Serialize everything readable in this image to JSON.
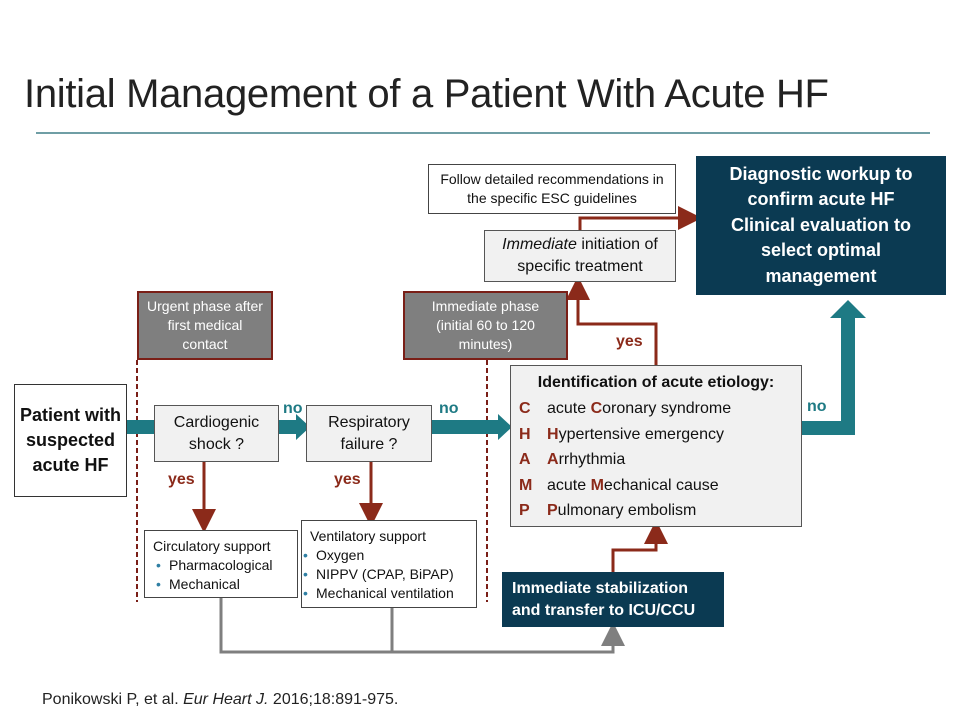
{
  "title": "Initial Management of a Patient With Acute HF",
  "patient_box": "Patient with suspected acute HF",
  "urgent_phase": "Urgent phase after first medical contact",
  "immediate_phase": "Immediate phase (initial 60 to 120 minutes)",
  "cardiogenic_shock": "Cardiogenic shock ?",
  "respiratory_failure": "Respiratory failure ?",
  "labels": {
    "no": "no",
    "yes": "yes"
  },
  "circulatory_support": {
    "heading": "Circulatory support",
    "items": [
      "Pharmacological",
      "Mechanical"
    ]
  },
  "ventilatory_support": {
    "heading": "Ventilatory support",
    "items": [
      "Oxygen",
      "NIPPV (CPAP, BiPAP)",
      "Mechanical ventilation"
    ]
  },
  "etiology": {
    "heading": "Identification of acute etiology:",
    "rows": [
      {
        "letter": "C",
        "pre": "acute ",
        "hl": "C",
        "post": "oronary syndrome"
      },
      {
        "letter": "H",
        "pre": "",
        "hl": "H",
        "post": "ypertensive emergency"
      },
      {
        "letter": "A",
        "pre": "",
        "hl": "A",
        "post": "rrhythmia"
      },
      {
        "letter": "M",
        "pre": "acute ",
        "hl": "M",
        "post": "echanical cause"
      },
      {
        "letter": "P",
        "pre": "",
        "hl": "P",
        "post": "ulmonary embolism"
      }
    ]
  },
  "stabilization": "Immediate stabilization and transfer to ICU/CCU",
  "follow_recs": "Follow detailed recommendations in the specific ESC guidelines",
  "immediate_treatment": {
    "em": "Immediate",
    "rest": " initiation of specific treatment"
  },
  "diagnostic": "Diagnostic workup to confirm acute HF Clinical evaluation to select optimal management",
  "reference": {
    "pre": "Ponikowski P, et al. ",
    "journal": "Eur Heart J.",
    "post": " 2016;18:891-975."
  },
  "colors": {
    "navy": "#0b3a52",
    "teal": "#1e7a84",
    "dark_red": "#8b2a1a",
    "phase_gray": "#7f7f7f"
  }
}
